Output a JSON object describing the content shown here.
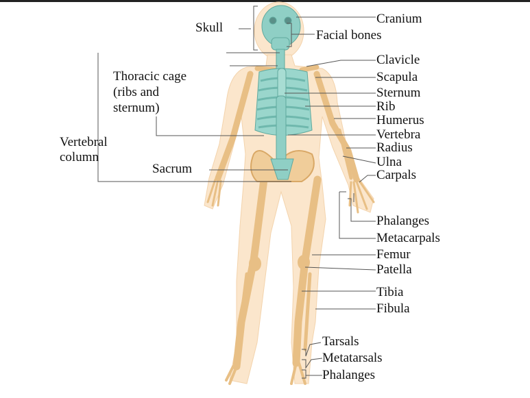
{
  "colors": {
    "axial": "#8fcfc5",
    "appendicular": "#e8bf85",
    "skin": "#fbe6cc",
    "line": "#555555"
  },
  "labels": {
    "skull": "Skull",
    "cranium": "Cranium",
    "facial_bones": "Facial bones",
    "clavicle": "Clavicle",
    "scapula": "Scapula",
    "sternum": "Sternum",
    "rib": "Rib",
    "humerus": "Humerus",
    "vertebra": "Vertebra",
    "radius": "Radius",
    "ulna": "Ulna",
    "carpals": "Carpals",
    "hand_phalanges": "Phalanges",
    "metacarpals": "Metacarpals",
    "femur": "Femur",
    "patella": "Patella",
    "tibia": "Tibia",
    "fibula": "Fibula",
    "tarsals": "Tarsals",
    "metatarsals": "Metatarsals",
    "foot_phalanges": "Phalanges",
    "thoracic_cage": [
      "Thoracic cage",
      "(ribs and",
      "sternum)"
    ],
    "vertebral_column": [
      "Vertebral",
      "column"
    ],
    "sacrum": "Sacrum"
  }
}
